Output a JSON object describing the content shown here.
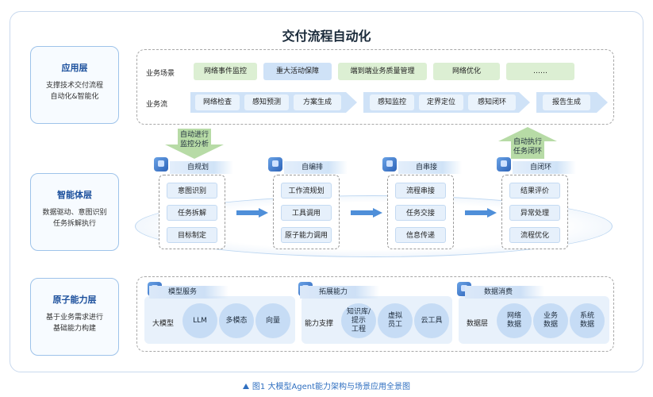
{
  "title": "交付流程自动化",
  "layers": [
    {
      "title": "应用层",
      "desc_lines": [
        "支撑技术交付流程",
        "自动化&智能化"
      ]
    },
    {
      "title": "智能体层",
      "desc_lines": [
        "数据驱动、意图识别",
        "任务拆解执行"
      ]
    },
    {
      "title": "原子能力层",
      "desc_lines": [
        "基于业务需求进行",
        "基础能力构建"
      ]
    }
  ],
  "application": {
    "scene_label": "业务场景",
    "scenes": [
      "网络事件监控",
      "重大活动保障",
      "端到端业务质量管理",
      "网络优化",
      "……"
    ],
    "flow_label": "业务流",
    "flows_a": [
      "网络检查",
      "感知预测",
      "方案生成"
    ],
    "flows_b": [
      "感知监控",
      "定界定位",
      "感知闭环"
    ],
    "flows_c": [
      "报告生成"
    ]
  },
  "arrows": {
    "down_lines": [
      "自动进行",
      "监控分析"
    ],
    "up_lines": [
      "自动执行",
      "任务闭环"
    ]
  },
  "agents": [
    {
      "name": "自规划",
      "tasks": [
        "意图识别",
        "任务拆解",
        "目标制定"
      ]
    },
    {
      "name": "自编排",
      "tasks": [
        "工作流规划",
        "工具调用",
        "原子能力调用"
      ]
    },
    {
      "name": "自串接",
      "tasks": [
        "流程串接",
        "任务交接",
        "信息传递"
      ]
    },
    {
      "name": "自闭环",
      "tasks": [
        "结果评价",
        "异常处理",
        "流程优化"
      ]
    }
  ],
  "atomic": [
    {
      "head": "模型服务",
      "label": "大模型",
      "items": [
        "LLM",
        "多模态",
        "向量"
      ]
    },
    {
      "head": "拓展能力",
      "label": "能力支撑",
      "items": [
        "知识库/\n提示\n工程",
        "虚拟\n员工",
        "云工具"
      ]
    },
    {
      "head": "数据消费",
      "label": "数据层",
      "items": [
        "网络\n数据",
        "业务\n数据",
        "系统\n数据"
      ]
    }
  ],
  "caption": "图1  大模型Agent能力架构与场景应用全景图",
  "colors": {
    "accent": "#2f6fc0",
    "arrow_green": "#b7dba6",
    "arrow_blue": "#4f8fd9",
    "chip_green": "#dcefd3",
    "chip_blue": "#cfe2f7"
  }
}
